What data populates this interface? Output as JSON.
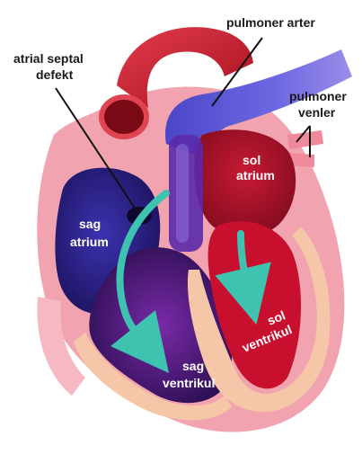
{
  "labels": {
    "atrial_septal_defekt_line1": "atrial septal",
    "atrial_septal_defekt_line2": "defekt",
    "pulmoner_arter": "pulmoner arter",
    "pulmoner_venler_line1": "pulmoner",
    "pulmoner_venler_line2": "venler",
    "sol_atrium_line1": "sol",
    "sol_atrium_line2": "atrium",
    "sag_atrium_line1": "sag",
    "sag_atrium_line2": "atrium",
    "sol_ventrikul_line1": "sol",
    "sol_ventrikul_line2": "ventrikul",
    "sag_ventrikul_line1": "sag",
    "sag_ventrikul_line2": "ventrikul"
  },
  "colors": {
    "background": "#ffffff",
    "outer_wall": "#f2a3b0",
    "aorta": "#d8283a",
    "pulmonary_artery": "#5a55d8",
    "right_atrium": "#2b1f86",
    "left_atrium": "#b1122a",
    "left_ventricle": "#c8102e",
    "right_ventricle": "#4a1a7a",
    "septum": "#f5c7a8",
    "blood_flow_arrow": "#3ec3b0",
    "label_text": "#ffffff",
    "callout_text": "#1a1a1a"
  }
}
